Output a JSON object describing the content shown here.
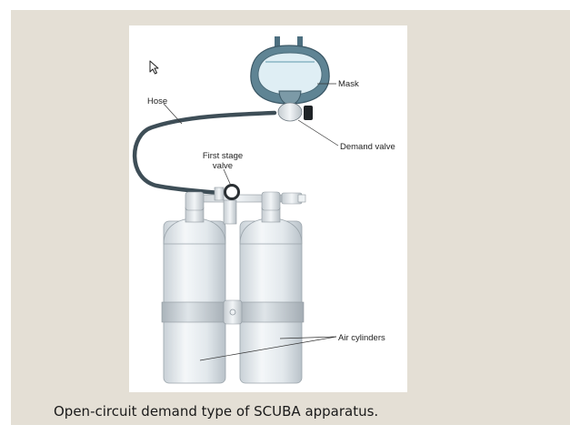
{
  "diagram": {
    "labels": {
      "mask": "Mask",
      "hose": "Hose",
      "demand_valve": "Demand valve",
      "first_stage_line1": "First stage",
      "first_stage_line2": "valve",
      "air_cylinders": "Air cylinders"
    }
  },
  "caption": "Open-circuit demand type of SCUBA apparatus.",
  "colors": {
    "slide_background": "#e4dfd5",
    "figure_background": "#ffffff",
    "hose": "#3e4e57",
    "cylinder": "#e9eef2",
    "mask_frame": "#5f8494"
  },
  "pointer": "mouse-pointer-icon"
}
